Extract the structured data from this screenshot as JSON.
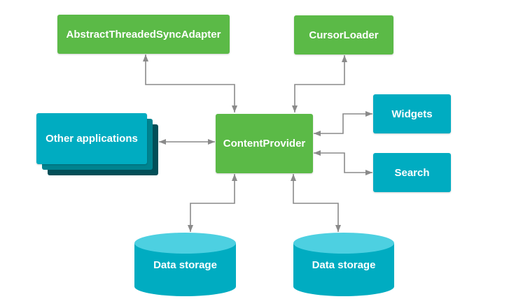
{
  "nodes": {
    "sync_adapter": "AbstractThreadedSyncAdapter",
    "cursor_loader": "CursorLoader",
    "content_provider": "ContentProvider",
    "other_applications": "Other applications",
    "widgets": "Widgets",
    "search": "Search",
    "data_storage_left": "Data storage",
    "data_storage_right": "Data storage"
  },
  "connections": [
    {
      "from": "content_provider",
      "to": "sync_adapter",
      "bidirectional": true
    },
    {
      "from": "content_provider",
      "to": "cursor_loader",
      "bidirectional": true
    },
    {
      "from": "content_provider",
      "to": "other_applications",
      "bidirectional": true
    },
    {
      "from": "content_provider",
      "to": "widgets",
      "bidirectional": true
    },
    {
      "from": "content_provider",
      "to": "search",
      "bidirectional": true
    },
    {
      "from": "content_provider",
      "to": "data_storage_left",
      "bidirectional": true
    },
    {
      "from": "content_provider",
      "to": "data_storage_right",
      "bidirectional": true
    }
  ],
  "colors": {
    "green": "#5BBA47",
    "cyan": "#00ACC1",
    "cyan_light": "#4DD0E1",
    "teal_mid": "#00838F",
    "teal_dark": "#024F58",
    "arrow": "#8A8A8A",
    "text": "#FFFFFF",
    "bg": "#FFFFFF"
  }
}
